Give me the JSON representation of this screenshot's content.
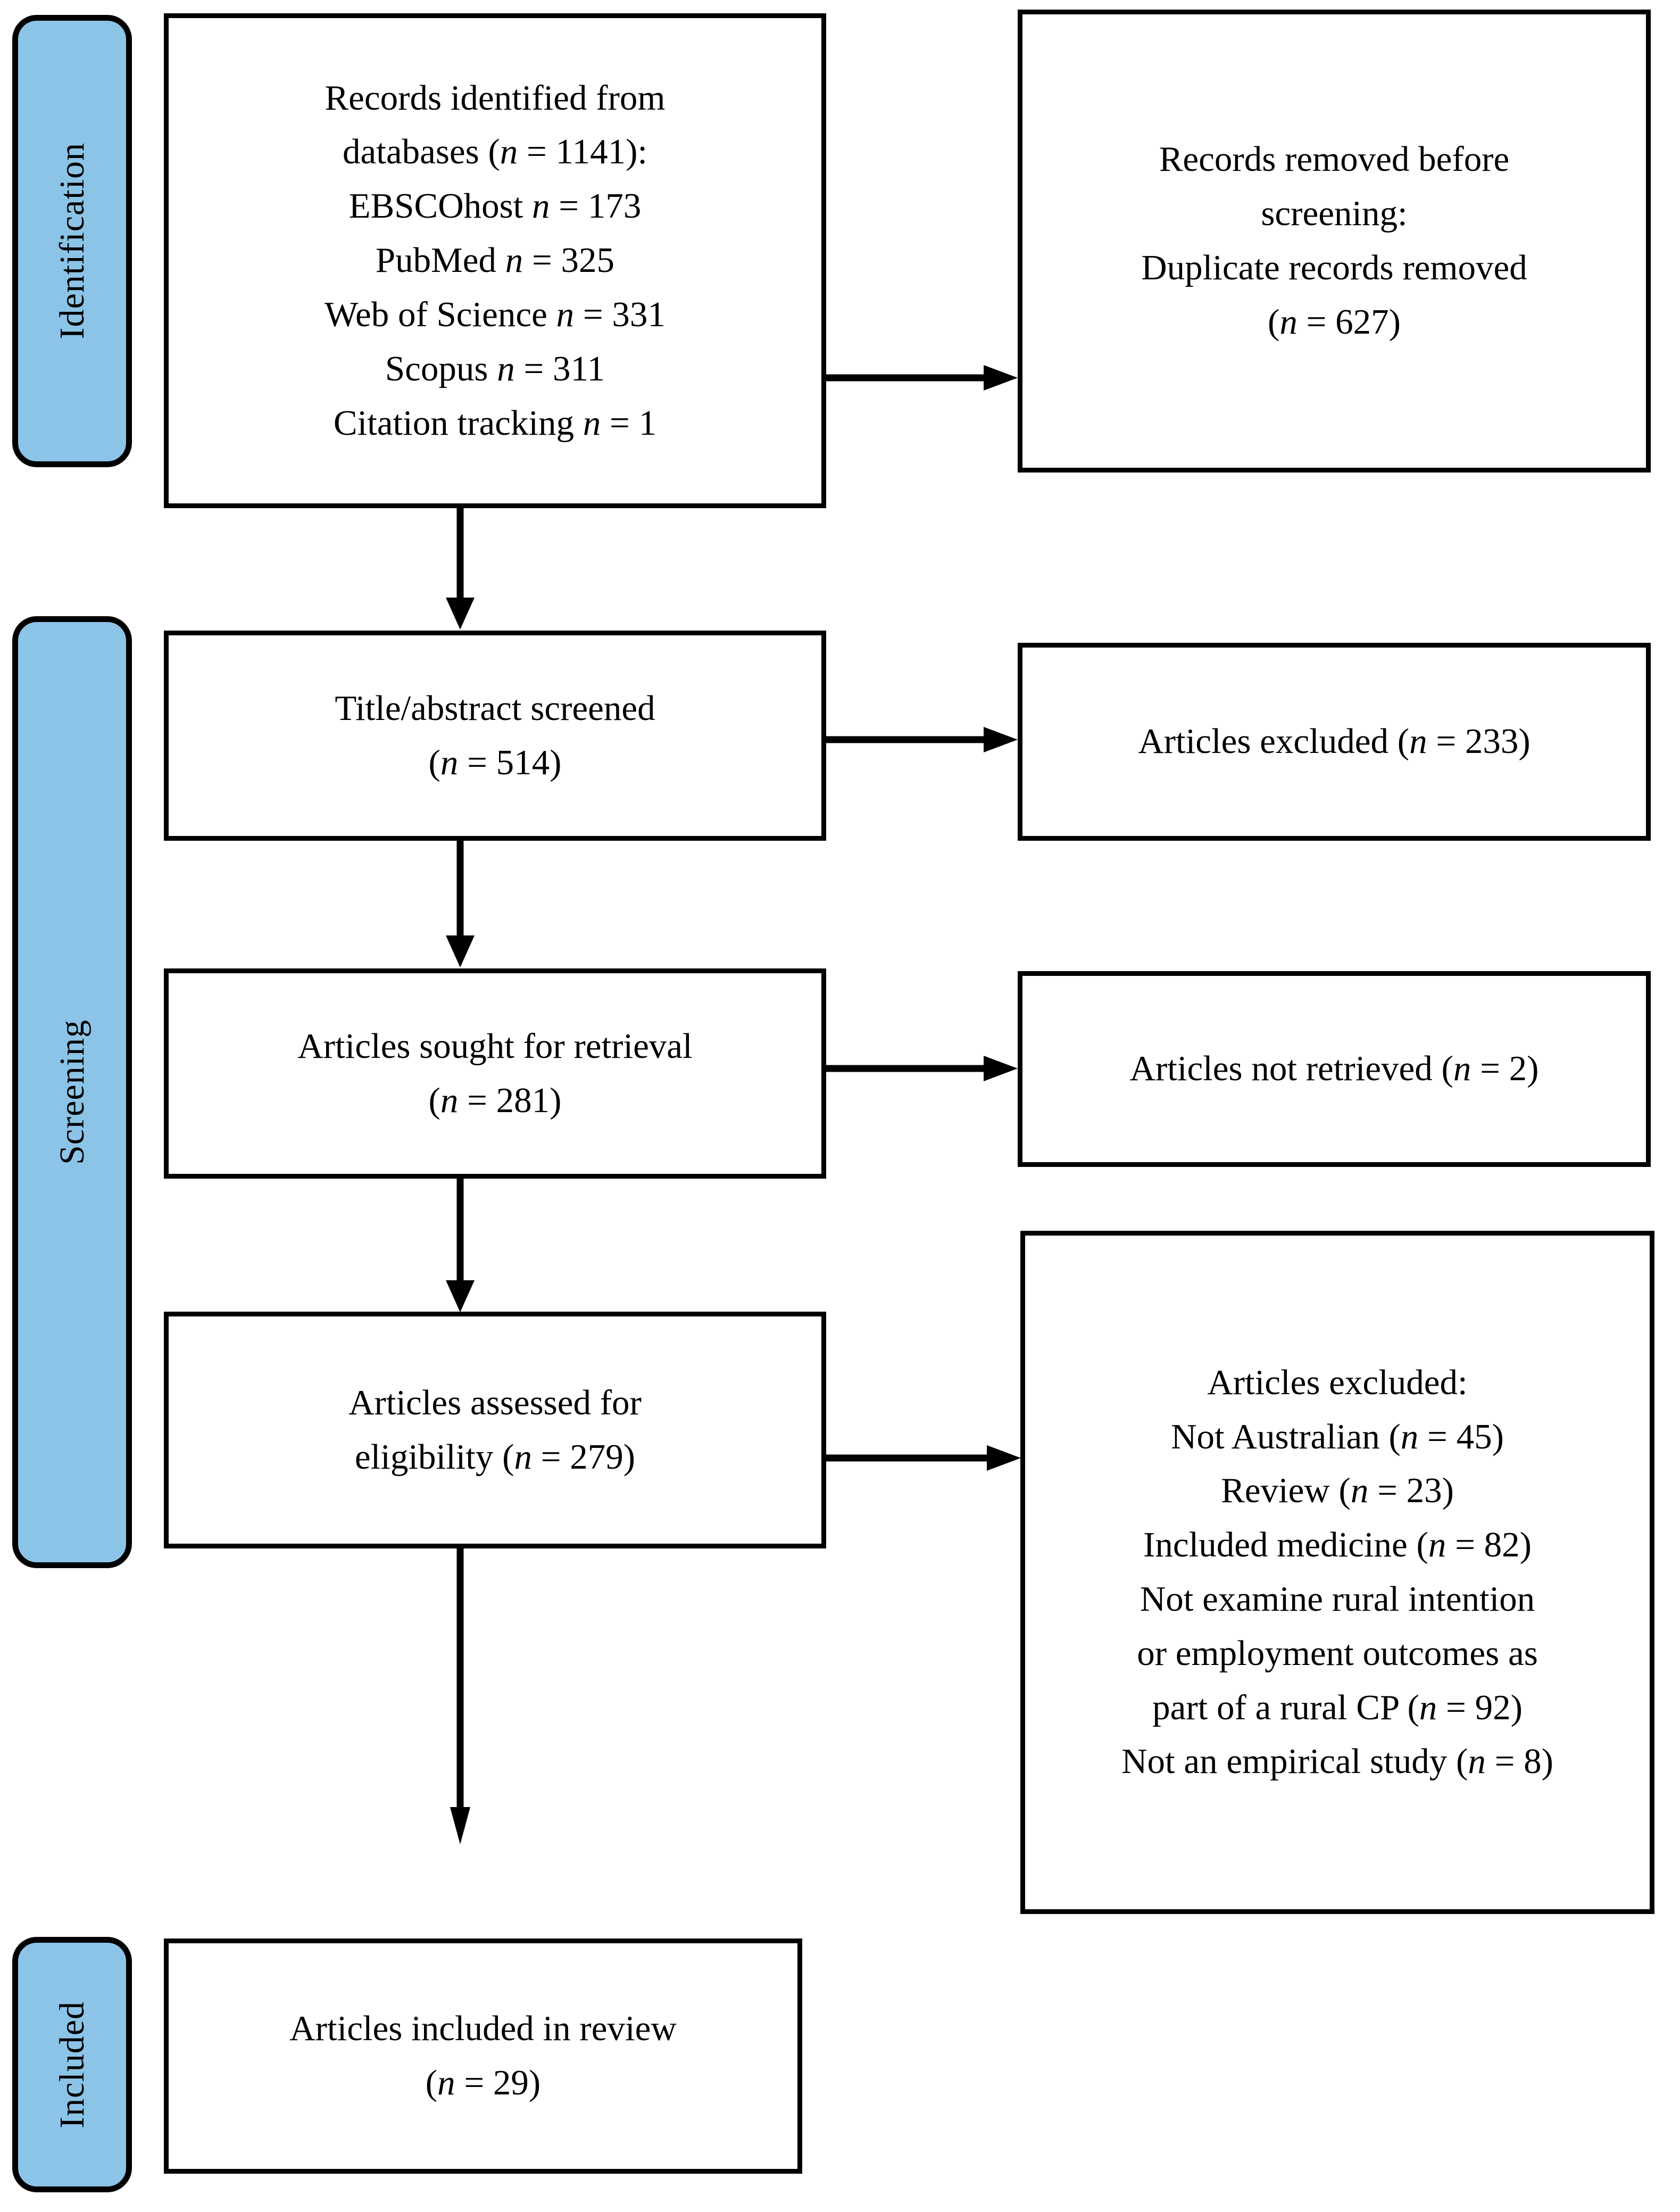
{
  "diagram": {
    "type": "PRISMA flow diagram",
    "accent_color": "#8cc4e8",
    "line_color": "#000000",
    "background": "#ffffff"
  },
  "stages": [
    {
      "id": "identification",
      "label": "Identification"
    },
    {
      "id": "screening",
      "label": "Screening"
    },
    {
      "id": "included",
      "label": "Included"
    }
  ],
  "boxes": {
    "records_identified": {
      "lines": [
        "Records identified from",
        "databases (n = 1141):",
        "EBSCOhost n = 173",
        "PubMed n = 325",
        "Web of Science n = 331",
        "Scopus n = 311",
        "Citation tracking n = 1"
      ]
    },
    "records_removed": {
      "lines": [
        "Records removed before",
        "screening:",
        "Duplicate records removed",
        "(n = 627)"
      ]
    },
    "title_abstract_screened": {
      "lines": [
        "Title/abstract screened",
        "(n = 514)"
      ]
    },
    "articles_excluded_screening": {
      "lines": [
        "Articles excluded (n = 233)"
      ]
    },
    "articles_sought": {
      "lines": [
        "Articles sought for retrieval",
        "(n = 281)"
      ]
    },
    "articles_not_retrieved": {
      "lines": [
        "Articles not retrieved (n = 2)"
      ]
    },
    "articles_assessed": {
      "lines": [
        "Articles assessed for",
        "eligibility (n = 279)"
      ]
    },
    "articles_excluded_eligibility": {
      "lines": [
        "Articles excluded:",
        "Not Australian (n = 45)",
        "Review (n = 23)",
        "Included medicine (n = 82)",
        "Not examine rural intention",
        "or employment outcomes as",
        "part of a rural CP (n = 92)",
        "Not an empirical study (n = 8)"
      ]
    },
    "articles_included": {
      "lines": [
        "Articles included in review",
        "(n = 29)"
      ]
    }
  },
  "counts": {
    "records_identified_total": 1141,
    "ebscohost": 173,
    "pubmed": 325,
    "web_of_science": 331,
    "scopus": 311,
    "citation_tracking": 1,
    "duplicates_removed": 627,
    "title_abstract_screened": 514,
    "excluded_at_screening": 233,
    "sought_for_retrieval": 281,
    "not_retrieved": 2,
    "assessed_for_eligibility": 279,
    "excluded_not_australian": 45,
    "excluded_review": 23,
    "excluded_included_medicine": 82,
    "excluded_not_rural_outcome": 92,
    "excluded_not_empirical": 8,
    "included_in_review": 29
  }
}
